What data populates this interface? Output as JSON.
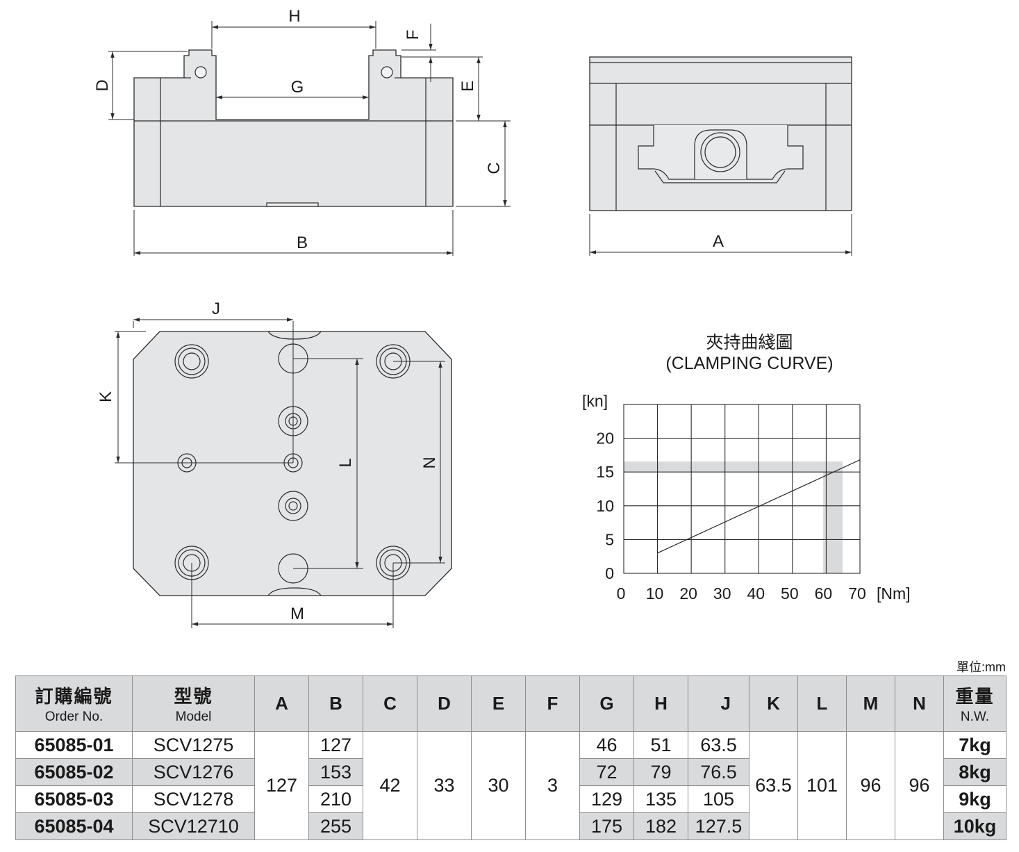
{
  "dimension_labels": {
    "A": "A",
    "B": "B",
    "C": "C",
    "D": "D",
    "E": "E",
    "F": "F",
    "G": "G",
    "H": "H",
    "J": "J",
    "K": "K",
    "L": "L",
    "M": "M",
    "N": "N"
  },
  "chart": {
    "title_zh": "夾持曲綫圖",
    "title_en": "(CLAMPING CURVE)",
    "y_unit": "[kn]",
    "x_unit": "[Nm]",
    "y_ticks": [
      "0",
      "5",
      "10",
      "15",
      "20"
    ],
    "x_ticks": [
      "0",
      "10",
      "20",
      "30",
      "40",
      "50",
      "60",
      "70"
    ]
  },
  "chart_data": {
    "type": "line",
    "title": "夾持曲綫圖 (CLAMPING CURVE)",
    "xlabel": "[Nm]",
    "ylabel": "[kn]",
    "xlim": [
      0,
      70
    ],
    "ylim": [
      0,
      25
    ],
    "grid": true,
    "series": [
      {
        "x": [
          10,
          70
        ],
        "y": [
          3,
          16.8
        ]
      }
    ],
    "highlight": {
      "x": 62,
      "y": 15
    }
  },
  "table": {
    "unit": "單位:mm",
    "headers": {
      "order_zh": "訂購編號",
      "order_en": "Order No.",
      "model_zh": "型號",
      "model_en": "Model",
      "A": "A",
      "B": "B",
      "C": "C",
      "D": "D",
      "E": "E",
      "F": "F",
      "G": "G",
      "H": "H",
      "J": "J",
      "K": "K",
      "L": "L",
      "M": "M",
      "N": "N",
      "nw_zh": "重量",
      "nw_en": "N.W."
    },
    "shared": {
      "A": "127",
      "C": "42",
      "D": "33",
      "E": "30",
      "F": "3",
      "K": "63.5",
      "L": "101",
      "M": "96",
      "N": "96"
    },
    "rows": [
      {
        "order": "65085-01",
        "model": "SCV1275",
        "B": "127",
        "G": "46",
        "H": "51",
        "J": "63.5",
        "nw": "7kg"
      },
      {
        "order": "65085-02",
        "model": "SCV1276",
        "B": "153",
        "G": "72",
        "H": "79",
        "J": "76.5",
        "nw": "8kg"
      },
      {
        "order": "65085-03",
        "model": "SCV1278",
        "B": "210",
        "G": "129",
        "H": "135",
        "J": "105",
        "nw": "9kg"
      },
      {
        "order": "65085-04",
        "model": "SCV12710",
        "B": "255",
        "G": "175",
        "H": "182",
        "J": "127.5",
        "nw": "10kg"
      }
    ]
  }
}
